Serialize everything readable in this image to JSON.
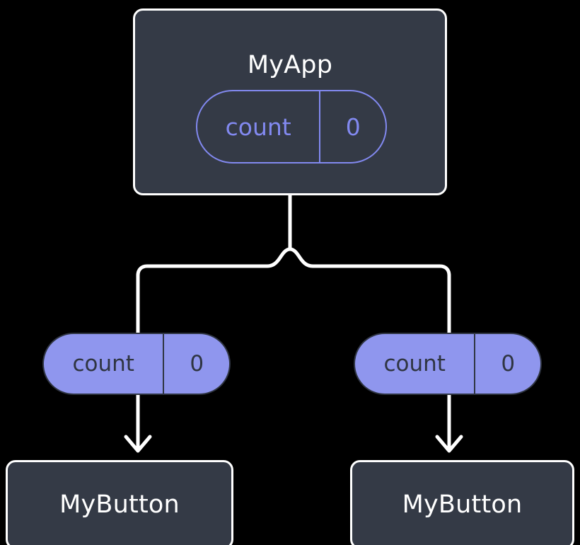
{
  "diagram": {
    "title": "MyApp",
    "background_color": "#000000",
    "node_fill_color": "#343a46",
    "node_border_color": "#ffffff",
    "state_accent_color": "#8289f0",
    "state_fill_color": "#8f96ee",
    "state_text_color": "#2f3542",
    "connector_color": "#ffffff"
  },
  "root": {
    "label": "MyApp",
    "state": {
      "key": "count",
      "value": "0"
    }
  },
  "children": [
    {
      "state": {
        "key": "count",
        "value": "0"
      },
      "label": "MyButton"
    },
    {
      "state": {
        "key": "count",
        "value": "0"
      },
      "label": "MyButton"
    }
  ]
}
